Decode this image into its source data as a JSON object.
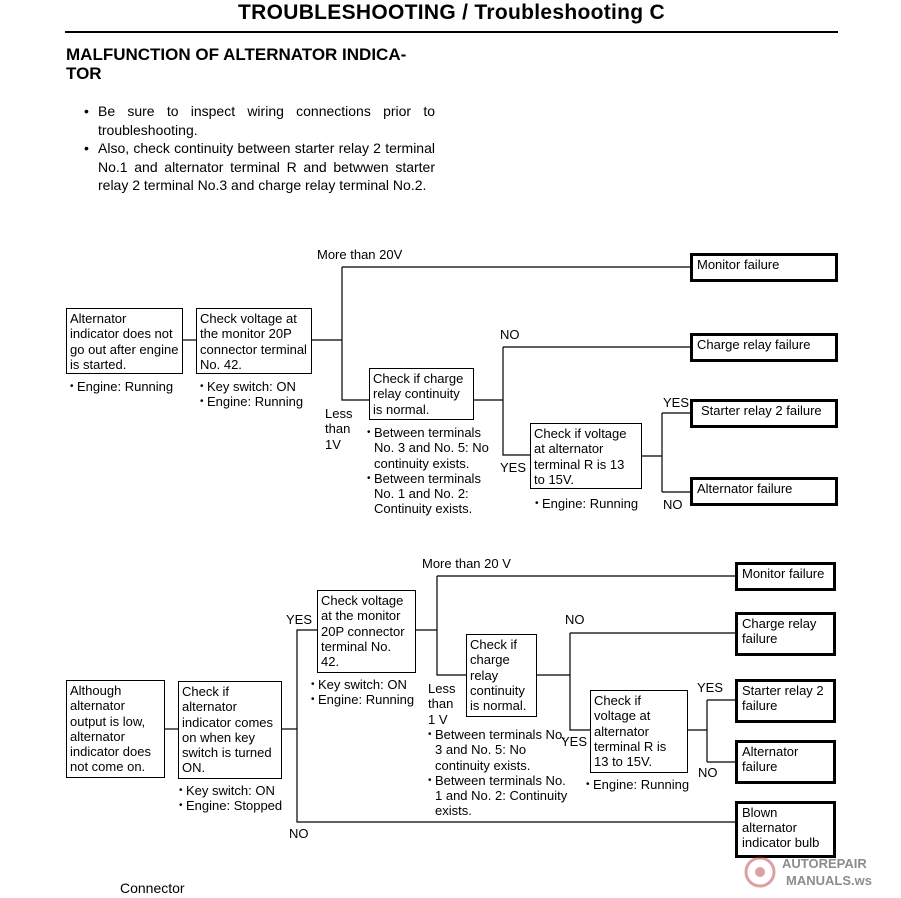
{
  "header": {
    "title": "TROUBLESHOOTING / Troubleshooting C"
  },
  "section": {
    "heading": "MALFUNCTION OF ALTERNATOR INDICA-\nTOR"
  },
  "notes": [
    "Be sure to inspect wiring connections prior to troubleshooting.",
    "Also, check continuity between starter relay 2 terminal No.1 and alternator terminal R and betwwen starter relay 2 terminal No.3 and charge relay terminal No.2."
  ],
  "flow1": {
    "start": {
      "text": "Alternator indicator does not go out after engine is started.",
      "conditions": [
        "Engine: Running"
      ]
    },
    "check_voltage": {
      "text": "Check voltage at the monitor 20P connector terminal No. 42.",
      "conditions": [
        "Key switch: ON",
        "Engine: Running"
      ]
    },
    "more_than": "More than 20V",
    "less_than": "Less\nthan\n1V",
    "check_relay": {
      "text": "Check if charge relay continuity is normal.",
      "conditions": [
        "Between terminals No. 3 and No. 5: No continuity exists.",
        "Between terminals No. 1 and No. 2: Continuity exists."
      ]
    },
    "check_alt": {
      "text": "Check if voltage at alternator terminal R is 13 to 15V.",
      "conditions": [
        "Engine: Running"
      ]
    },
    "no1": "NO",
    "yes1": "YES",
    "yes2": "YES",
    "no2": "NO",
    "results": {
      "monitor": "Monitor failure",
      "charge_relay": "Charge relay failure",
      "starter_relay": "Starter relay 2 failure",
      "alternator": "Alternator failure"
    }
  },
  "flow2": {
    "start": {
      "text": "Although alternator output is low, alternator indicator does not come on."
    },
    "check_indicator": {
      "text": "Check if alternator indicator comes on when key switch is turned ON.",
      "conditions": [
        "Key switch: ON",
        "Engine: Stopped"
      ]
    },
    "yes_top": "YES",
    "no_bottom": "NO",
    "check_voltage": {
      "text": "Check voltage at the monitor 20P connector terminal No. 42.",
      "conditions": [
        "Key switch: ON",
        "Engine: Running"
      ]
    },
    "more_than": "More than 20 V",
    "less_than": "Less\nthan\n1 V",
    "check_relay": {
      "text": "Check if charge relay continuity is normal.",
      "conditions": [
        "Between terminals No. 3 and No. 5: No continuity exists.",
        "Between terminals No. 1 and No. 2: Continuity exists."
      ]
    },
    "check_alt": {
      "text": "Check if voltage at alternator terminal R is 13 to 15V.",
      "conditions": [
        "Engine: Running"
      ]
    },
    "no1": "NO",
    "yes1": "YES",
    "yes2": "YES",
    "no2": "NO",
    "results": {
      "monitor": "Monitor failure",
      "charge_relay": "Charge relay failure",
      "starter_relay": "Starter relay 2 failure",
      "alternator": "Alternator failure",
      "bulb": "Blown alternator indicator bulb"
    }
  },
  "footer": {
    "connector": "Connector"
  },
  "watermark": {
    "line1": "AUTOREPAIR",
    "line2": "MANUALS.ws"
  }
}
